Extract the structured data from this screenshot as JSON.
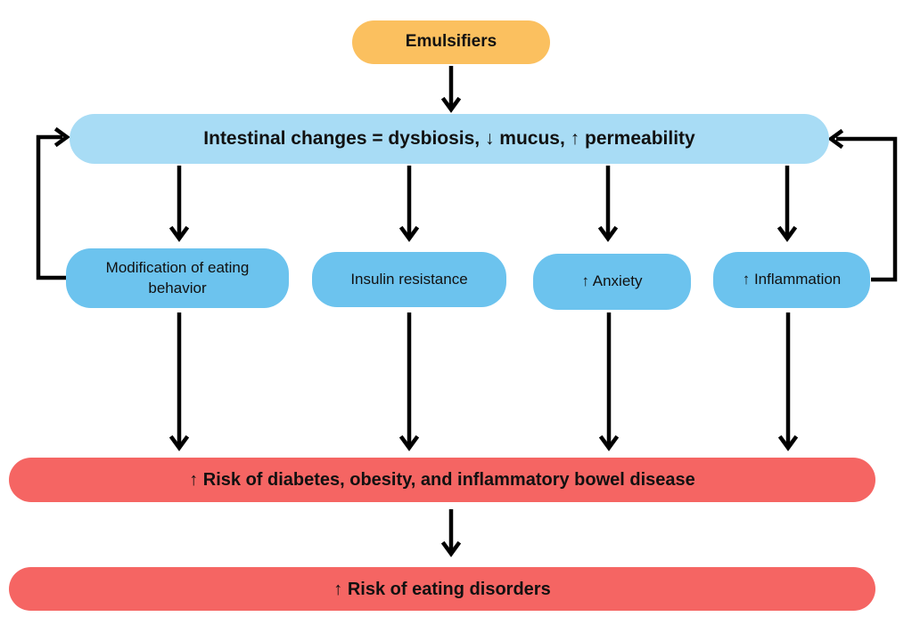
{
  "colors": {
    "emulsifiers_fill": "#FBC05F",
    "intestinal_fill": "#A8DCF5",
    "effect_fill": "#6CC3EE",
    "risk_fill": "#F56563",
    "arrow": "#000000"
  },
  "nodes": {
    "emulsifiers": "Emulsifiers",
    "intestinal_changes": "Intestinal changes = dysbiosis, ↓ mucus, ↑ permeability",
    "eating_behavior": "Modification of eating behavior",
    "insulin_resistance": "Insulin resistance",
    "anxiety": "↑ Anxiety",
    "inflammation": "↑ Inflammation",
    "risk_diseases": "↑ Risk of diabetes, obesity, and inflammatory bowel disease",
    "risk_eating_disorders": "↑ Risk of eating disorders"
  },
  "edges": [
    {
      "from": "emulsifiers",
      "to": "intestinal_changes"
    },
    {
      "from": "intestinal_changes",
      "to": "eating_behavior"
    },
    {
      "from": "intestinal_changes",
      "to": "insulin_resistance"
    },
    {
      "from": "intestinal_changes",
      "to": "anxiety"
    },
    {
      "from": "intestinal_changes",
      "to": "inflammation"
    },
    {
      "from": "eating_behavior",
      "to": "intestinal_changes"
    },
    {
      "from": "inflammation",
      "to": "intestinal_changes"
    },
    {
      "from": "eating_behavior",
      "to": "risk_diseases"
    },
    {
      "from": "insulin_resistance",
      "to": "risk_diseases"
    },
    {
      "from": "anxiety",
      "to": "risk_diseases"
    },
    {
      "from": "inflammation",
      "to": "risk_diseases"
    },
    {
      "from": "risk_diseases",
      "to": "risk_eating_disorders"
    }
  ]
}
